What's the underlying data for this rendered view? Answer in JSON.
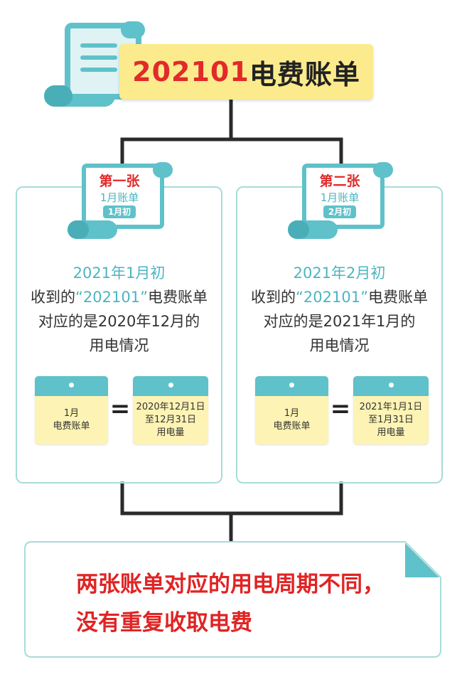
{
  "title": {
    "code": "202101",
    "text": "电费账单"
  },
  "bills": [
    {
      "tag": {
        "order": "第一张",
        "name": "1月账单",
        "badge": "1月初"
      },
      "lines": {
        "date": "2021年1月初",
        "received_prefix": "收到的",
        "received_quote": "“202101”",
        "received_suffix": "电费账单",
        "corresponds": "对应的是2020年12月的",
        "usage": "用电情况"
      },
      "calendar_left": {
        "line1": "1月",
        "line2": "电费账单"
      },
      "equals": "=",
      "calendar_right": {
        "line1": "2020年12月1日",
        "line2": "至12月31日",
        "line3": "用电量"
      }
    },
    {
      "tag": {
        "order": "第二张",
        "name": "1月账单",
        "badge": "2月初"
      },
      "lines": {
        "date": "2021年2月初",
        "received_prefix": "收到的",
        "received_quote": "“202101”",
        "received_suffix": "电费账单",
        "corresponds": "对应的是2021年1月的",
        "usage": "用电情况"
      },
      "calendar_left": {
        "line1": "1月",
        "line2": "电费账单"
      },
      "equals": "=",
      "calendar_right": {
        "line1": "2021年1月1日",
        "line2": "至1月31日",
        "line3": "用电量"
      }
    }
  ],
  "conclusion": {
    "line1": "两张账单对应的用电周期不同，",
    "line2": "没有重复收取电费"
  },
  "colors": {
    "teal": "#5fc1ca",
    "teal_text": "#4db5c1",
    "card_border": "#a8dcd8",
    "banner_yellow": "#fbeb8c",
    "calendar_yellow": "#fdf3b4",
    "red": "#e12a2a",
    "connector": "#2a2a2a"
  },
  "icons": {
    "title": "scroll-icon",
    "tag": "bill-scroll-icon",
    "calendar": "calendar-icon"
  }
}
